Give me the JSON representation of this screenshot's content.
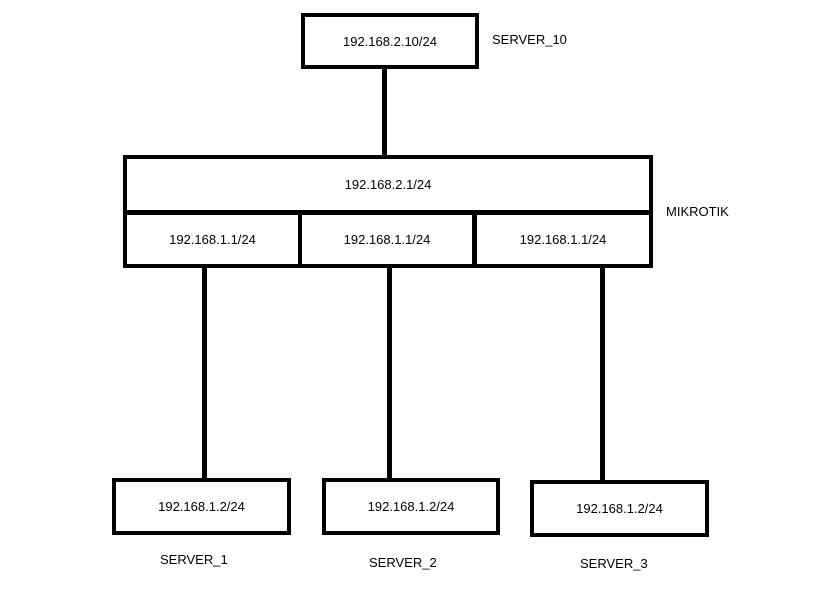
{
  "server_10": {
    "ip": "192.168.2.10/24",
    "name": "SERVER_10"
  },
  "router": {
    "name": "MIKROTIK",
    "wan_ip": "192.168.2.1/24",
    "ports": [
      {
        "ip": "192.168.1.1/24"
      },
      {
        "ip": "192.168.1.1/24"
      },
      {
        "ip": "192.168.1.1/24"
      }
    ]
  },
  "servers": [
    {
      "ip": "192.168.1.2/24",
      "name": "SERVER_1"
    },
    {
      "ip": "192.168.1.2/24",
      "name": "SERVER_2"
    },
    {
      "ip": "192.168.1.2/24",
      "name": "SERVER_3"
    }
  ]
}
